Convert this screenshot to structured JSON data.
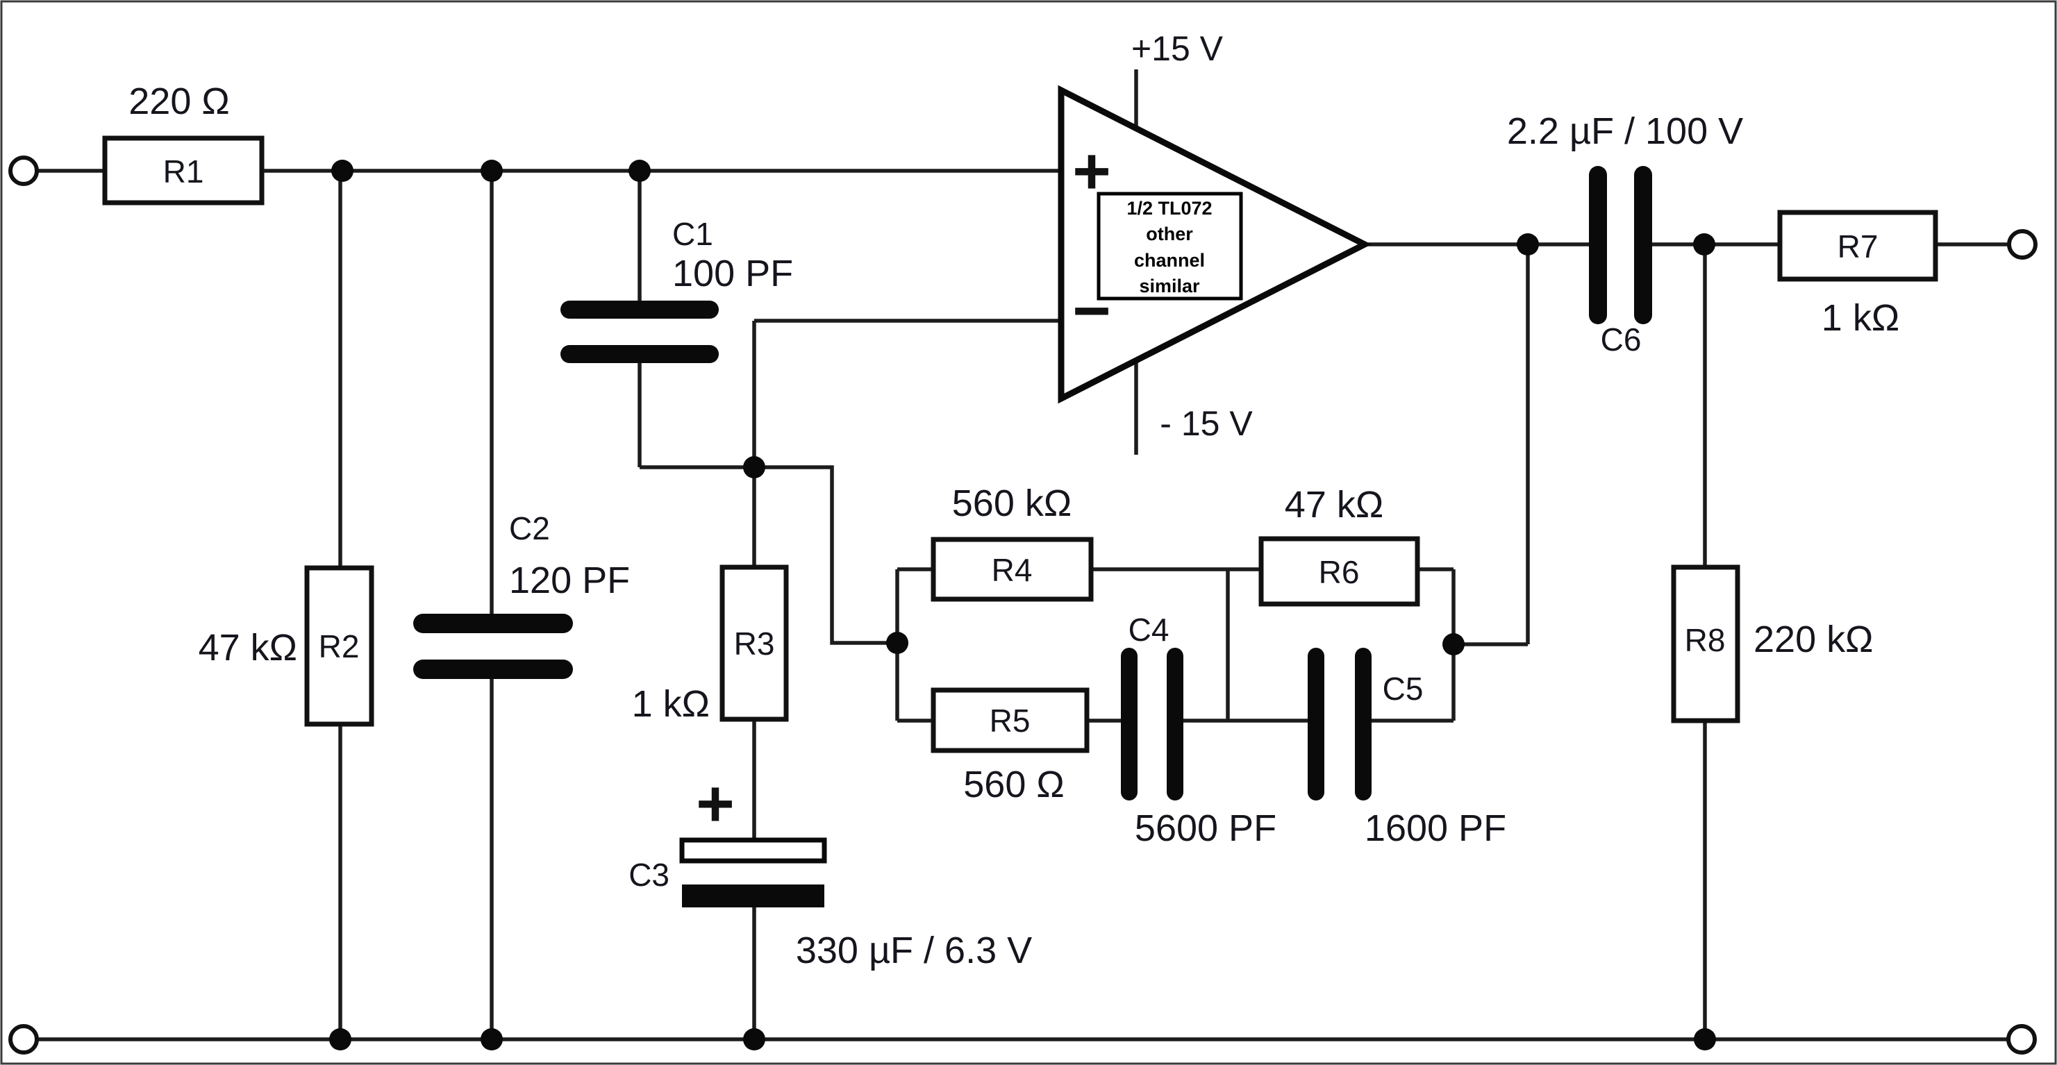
{
  "diagram_title": "",
  "components": {
    "r1": {
      "ref": "R1",
      "value": "220 Ω"
    },
    "r2": {
      "ref": "R2",
      "value": "47 kΩ"
    },
    "r3": {
      "ref": "R3",
      "value": "1 kΩ"
    },
    "r4": {
      "ref": "R4",
      "value": "560 kΩ"
    },
    "r5": {
      "ref": "R5",
      "value": "560 Ω"
    },
    "r6": {
      "ref": "R6",
      "value": "47 kΩ"
    },
    "r7": {
      "ref": "R7",
      "value": "1 kΩ"
    },
    "r8": {
      "ref": "R8",
      "value": "220 kΩ"
    },
    "c1": {
      "ref": "C1",
      "value": "100 PF"
    },
    "c2": {
      "ref": "C2",
      "value": "120 PF"
    },
    "c3": {
      "ref": "C3",
      "value": "330 µF / 6.3 V",
      "polarity": "+"
    },
    "c4": {
      "ref": "C4",
      "value": "5600 PF"
    },
    "c5": {
      "ref": "C5",
      "value": "1600 PF"
    },
    "c6": {
      "ref": "C6",
      "value": "2.2 µF / 100 V"
    }
  },
  "opamp": {
    "plus_label": "+",
    "minus_label": "−",
    "supply_positive": "+15 V",
    "supply_negative": "- 15 V",
    "note_lines": [
      "1/2 TL072",
      "other",
      "channel",
      "similar"
    ]
  }
}
